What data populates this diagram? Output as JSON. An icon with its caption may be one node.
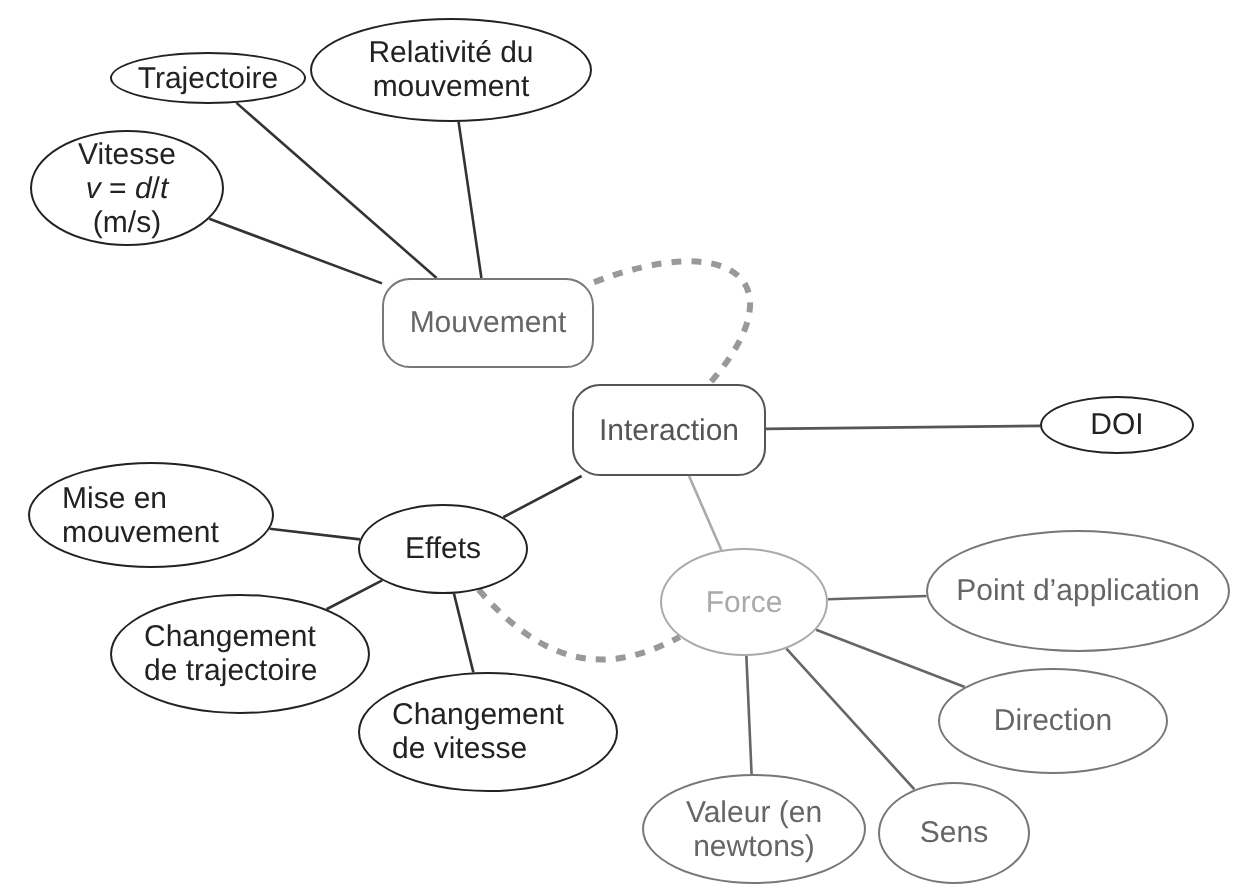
{
  "diagram": {
    "nodes": [
      {
        "text": [
          "Trajectoire"
        ]
      },
      {
        "text": [
          "Relativité du mouvement"
        ]
      },
      {
        "text": [
          "Vitesse",
          "*v* = *d*/*t*",
          "(m/s)"
        ]
      },
      {
        "text": [
          "Mouvement"
        ]
      },
      {
        "text": [
          "Interaction"
        ]
      },
      {
        "text": [
          "DOI"
        ]
      },
      {
        "text": [
          "Mise en mouvement"
        ]
      },
      {
        "text": [
          "Effets"
        ]
      },
      {
        "text": [
          "Changement de trajectoire"
        ]
      },
      {
        "text": [
          "Changement de vitesse"
        ]
      },
      {
        "text": [
          "Force"
        ]
      },
      {
        "text": [
          "Point d’application"
        ]
      },
      {
        "text": [
          "Direction"
        ]
      },
      {
        "text": [
          "Valeur (en newtons)"
        ]
      },
      {
        "text": [
          "Sens"
        ]
      }
    ],
    "edges": [
      {
        "from": 2,
        "to": 3,
        "arrow": "none"
      },
      {
        "from": 0,
        "to": 3,
        "arrow": "none"
      },
      {
        "from": 1,
        "to": 3,
        "arrow": "none"
      },
      {
        "from": 3,
        "to": 4,
        "arrow": "none",
        "style": "dashed",
        "color": "#999999"
      },
      {
        "from": 4,
        "to": 5,
        "arrow": "none",
        "color": "#555555"
      },
      {
        "from": 4,
        "to": 7,
        "arrow": "none"
      },
      {
        "from": 4,
        "to": 10,
        "arrow": "none",
        "color": "#aaaaaa"
      },
      {
        "from": 7,
        "to": 6,
        "arrow": "none"
      },
      {
        "from": 7,
        "to": 8,
        "arrow": "none"
      },
      {
        "from": 7,
        "to": 9,
        "arrow": "none"
      },
      {
        "from": 7,
        "to": 10,
        "arrow": "none",
        "style": "dashed",
        "color": "#999999"
      },
      {
        "from": 10,
        "to": 11,
        "arrow": "none",
        "color": "#666666"
      },
      {
        "from": 10,
        "to": 12,
        "arrow": "none",
        "color": "#666666"
      },
      {
        "from": 10,
        "to": 13,
        "arrow": "none",
        "color": "#666666"
      },
      {
        "from": 10,
        "to": 14,
        "arrow": "none",
        "color": "#666666"
      }
    ]
  }
}
